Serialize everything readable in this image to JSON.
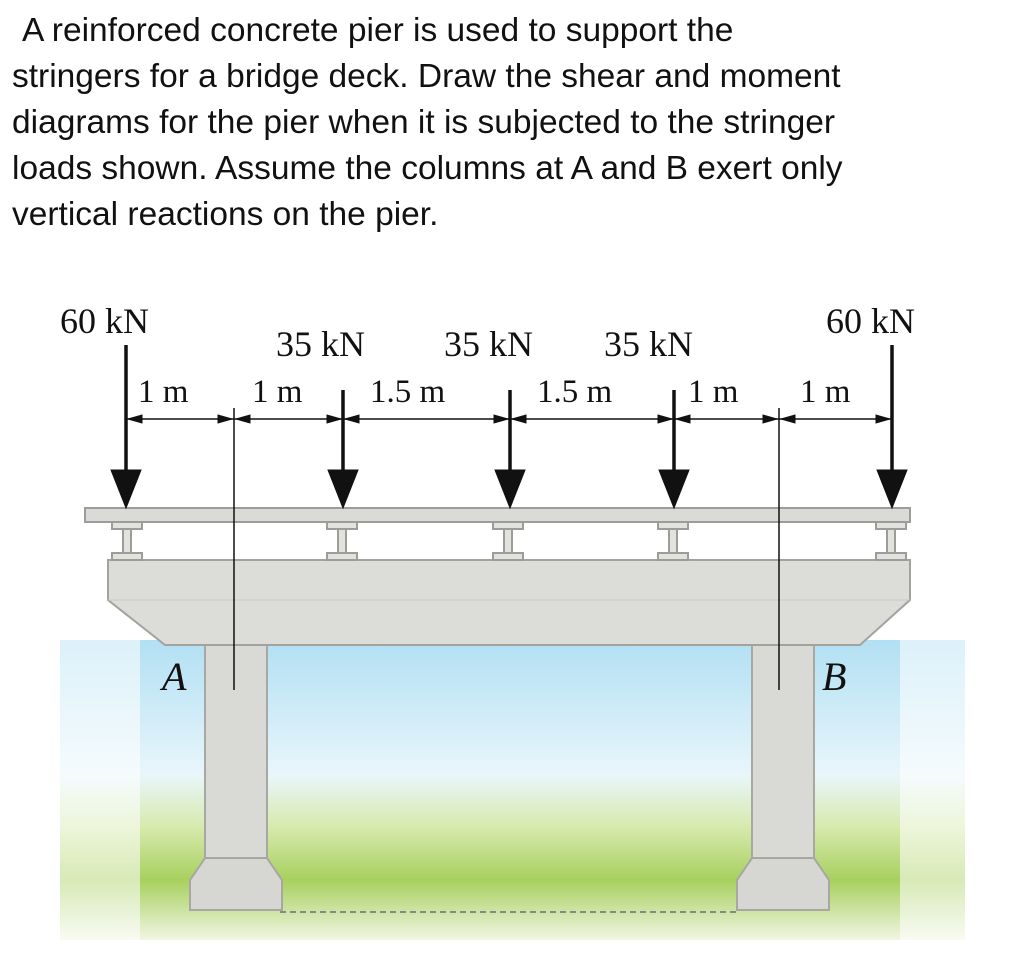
{
  "problem": {
    "lines": [
      "A reinforced concrete pier is used to support the",
      "stringers for a bridge deck. Draw the shear and moment",
      "diagrams for the pier when it is subjected to the stringer",
      "loads shown. Assume the columns at A and B exert only",
      "vertical reactions on the pier."
    ]
  },
  "figure": {
    "loads": [
      "60 kN",
      "35 kN",
      "35 kN",
      "35 kN",
      "60 kN"
    ],
    "dimensions": [
      "1 m",
      "1 m",
      "1.5 m",
      "1.5 m",
      "1 m",
      "1 m"
    ],
    "supports": {
      "a": "A",
      "b": "B"
    }
  }
}
